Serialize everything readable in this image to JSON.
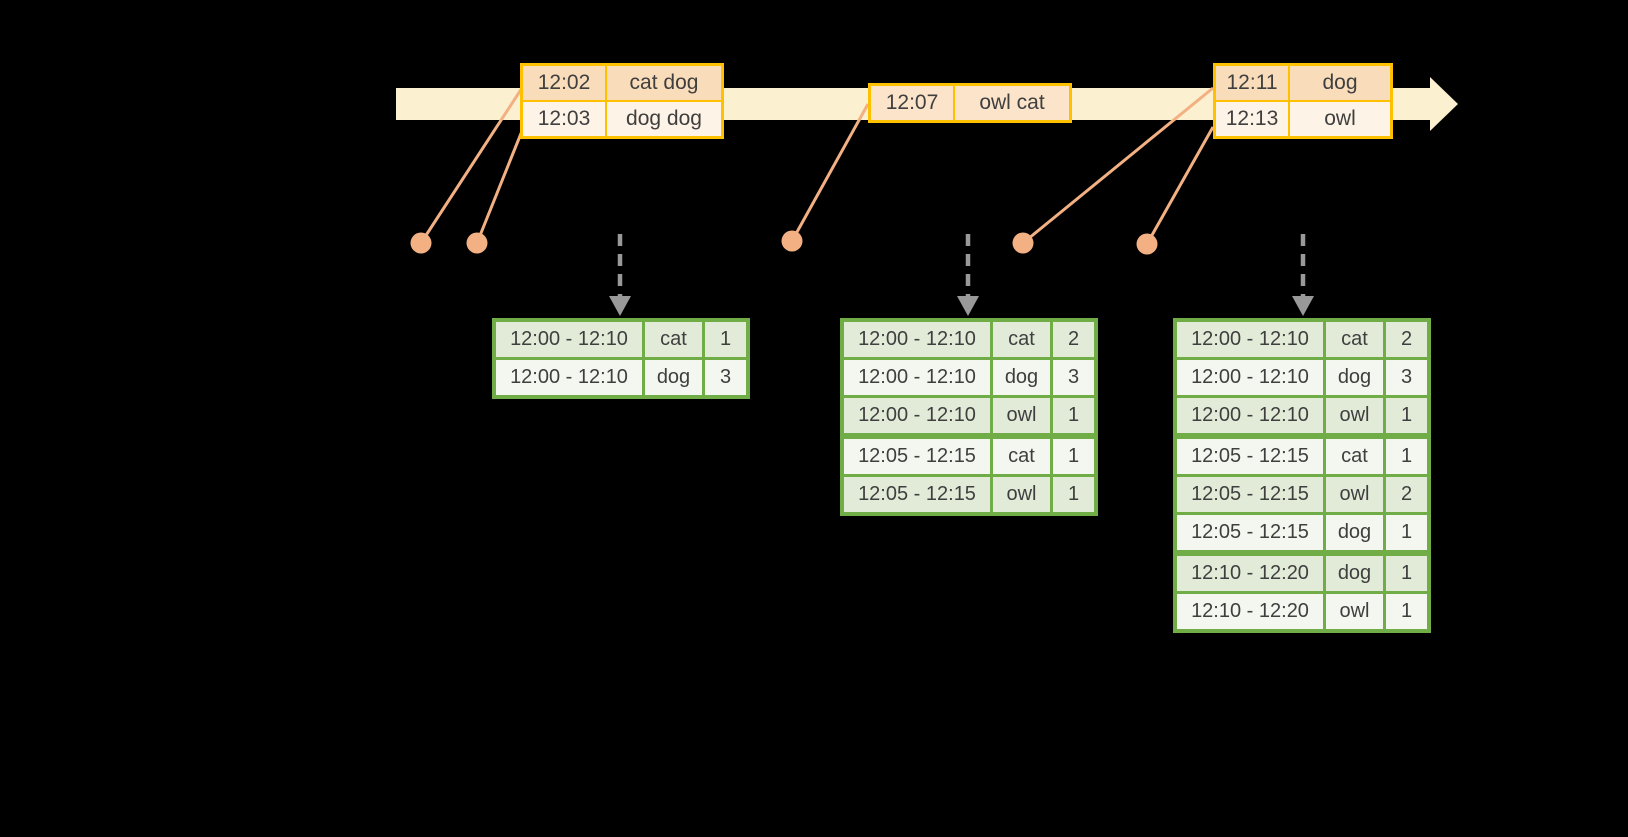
{
  "diagram_title": "windowed-word-count-stream",
  "palette": {
    "background": "#000000",
    "timeline_fill": "#FBF0CF",
    "event_table_border": "#FFC000",
    "event_row_dark": "#F9DCBA",
    "event_row_light": "#FDF3E6",
    "event_row_mid": "#FBE4C9",
    "result_table_border": "#70AD47",
    "result_row_dark": "#E2EBD8",
    "result_row_light": "#F3F7EF",
    "connector": "#F2B083",
    "trigger_arrow": "#999999",
    "text": "#3F3F3F"
  },
  "timeline": {
    "event_tables": [
      {
        "rows": [
          {
            "time": "12:02",
            "words": "cat dog",
            "shade": "dark"
          },
          {
            "time": "12:03",
            "words": "dog dog",
            "shade": "light"
          }
        ]
      },
      {
        "rows": [
          {
            "time": "12:07",
            "words": "owl cat",
            "shade": "mid"
          }
        ]
      },
      {
        "rows": [
          {
            "time": "12:11",
            "words": "dog",
            "shade": "dark"
          },
          {
            "time": "12:13",
            "words": "owl",
            "shade": "light"
          }
        ]
      }
    ]
  },
  "result_tables": [
    {
      "rows": [
        {
          "window": "12:00 - 12:10",
          "word": "cat",
          "count": "1"
        },
        {
          "window": "12:00 - 12:10",
          "word": "dog",
          "count": "3"
        }
      ]
    },
    {
      "rows": [
        {
          "window": "12:00 - 12:10",
          "word": "cat",
          "count": "2"
        },
        {
          "window": "12:00 - 12:10",
          "word": "dog",
          "count": "3"
        },
        {
          "window": "12:00 - 12:10",
          "word": "owl",
          "count": "1"
        },
        {
          "window": "12:05 - 12:15",
          "word": "cat",
          "count": "1",
          "group_start": true
        },
        {
          "window": "12:05 - 12:15",
          "word": "owl",
          "count": "1"
        }
      ]
    },
    {
      "rows": [
        {
          "window": "12:00 - 12:10",
          "word": "cat",
          "count": "2"
        },
        {
          "window": "12:00 - 12:10",
          "word": "dog",
          "count": "3"
        },
        {
          "window": "12:00 - 12:10",
          "word": "owl",
          "count": "1"
        },
        {
          "window": "12:05 - 12:15",
          "word": "cat",
          "count": "1",
          "group_start": true
        },
        {
          "window": "12:05 - 12:15",
          "word": "owl",
          "count": "2"
        },
        {
          "window": "12:05 - 12:15",
          "word": "dog",
          "count": "1"
        },
        {
          "window": "12:10 - 12:20",
          "word": "dog",
          "count": "1",
          "group_start": true
        },
        {
          "window": "12:10 - 12:20",
          "word": "owl",
          "count": "1"
        }
      ]
    }
  ]
}
